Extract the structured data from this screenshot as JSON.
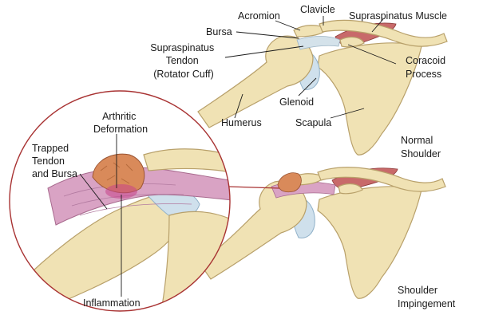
{
  "labels": {
    "clavicle": "Clavicle",
    "acromion": "Acromion",
    "supraspinatus_muscle": "Supraspinatus Muscle",
    "bursa": "Bursa",
    "supraspinatus_tendon": [
      "Supraspinatus",
      "Tendon",
      "(Rotator Cuff)"
    ],
    "coracoid_process": [
      "Coracoid",
      "Process"
    ],
    "glenoid": "Glenoid",
    "humerus": "Humerus",
    "scapula": "Scapula",
    "normal_shoulder": [
      "Normal",
      "Shoulder"
    ],
    "arthritic_deformation": [
      "Arthritic",
      "Deformation"
    ],
    "trapped_tendon_bursa": [
      "Trapped",
      "Tendon",
      "and Bursa"
    ],
    "inflammation": "Inflammation",
    "shoulder_impingement": [
      "Shoulder",
      "Impingement"
    ]
  },
  "colors": {
    "bone": "#f0e2b4",
    "bone_outline": "#b8a06a",
    "cartilage": "#cfe0ec",
    "muscle": "#c86a6a",
    "inflamed_tissue": "#d9a3c4",
    "arthritic_spur": "#d98a5a",
    "magnifier_ring": "#a83232"
  }
}
